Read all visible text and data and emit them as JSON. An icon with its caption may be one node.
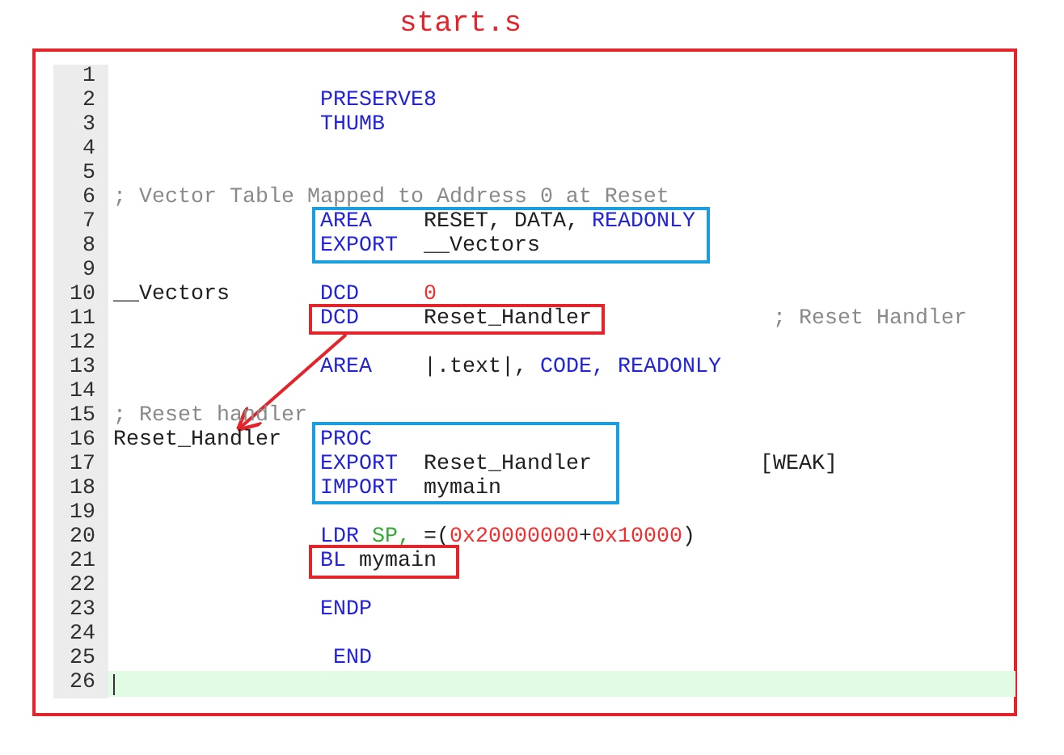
{
  "diagram": {
    "nodes": [
      {
        "text": [
          "start.s"
        ]
      },
      {
        "text": [
          "AREA",
          "RESET, DATA,",
          "READONLY",
          "EXPORT",
          "__Vectors"
        ],
        "in": 0
      },
      {
        "text": [
          "DCD",
          "Reset_Handler"
        ],
        "in": 0
      },
      {
        "text": [
          "Reset_Handler"
        ],
        "in": 0
      },
      {
        "text": [
          "PROC",
          "EXPORT",
          "Reset_Handler",
          "IMPORT",
          "mymain"
        ],
        "in": 0
      },
      {
        "text": [
          "BL",
          "mymain"
        ],
        "in": 0
      }
    ],
    "edges": [
      {
        "from": 2,
        "to": 3,
        "arrow": "to"
      }
    ],
    "labels": [
      "1",
      "2",
      "PRESERVE8",
      "3",
      "THUMB",
      "4",
      "5",
      "6",
      "; Vector Table Mapped to Address 0 at Reset",
      "7",
      "8",
      "9",
      "10",
      "__Vectors",
      "DCD",
      "0",
      "11",
      "; Reset Handler",
      "12",
      "13",
      "AREA",
      "|.text|,",
      "CODE,",
      "READONLY",
      "14",
      "15",
      "; Reset handler",
      "16",
      "17",
      "[WEAK]",
      "18",
      "19",
      "20",
      "LDR",
      "SP,",
      "=(",
      "0x20000000",
      "+",
      "0x10000",
      ")",
      "21",
      "22",
      "23",
      "ENDP",
      "24",
      "25",
      "END",
      "26"
    ]
  }
}
